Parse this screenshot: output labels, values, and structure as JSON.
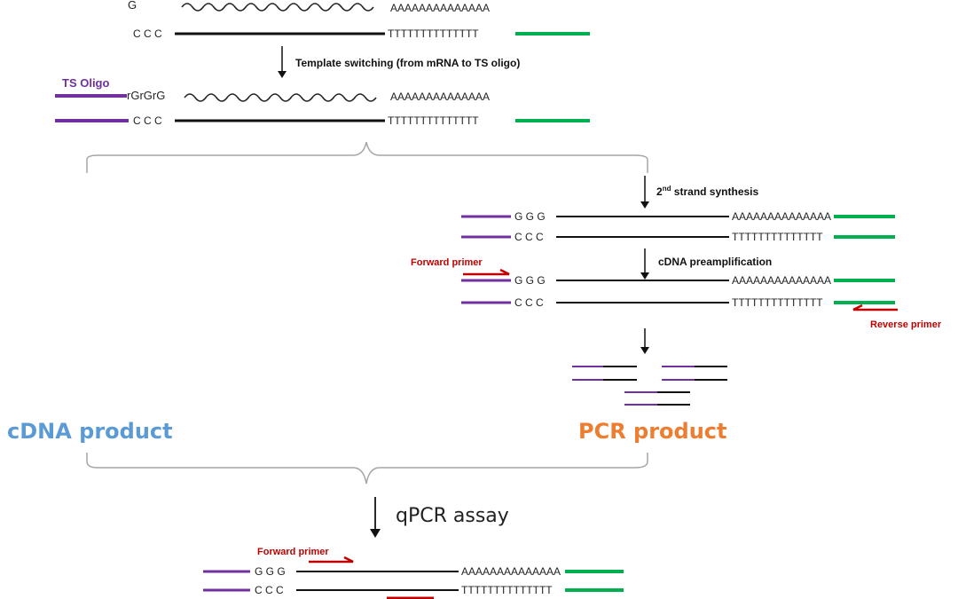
{
  "colors": {
    "purple": "#7030a0",
    "green": "#00b050",
    "red": "#c00000",
    "black": "#111111",
    "cdna_blue": "#5b9bd5",
    "pcr_orange": "#ed7d31",
    "bracket_gray": "#a6a6a6"
  },
  "top": {
    "top_left_fragment": "G",
    "polyA": "AAAAAAAAAAAAAA",
    "polyT": "TTTTTTTTTTTTTT",
    "ccc": "C C C",
    "step1_label": "Template switching (from mRNA to TS oligo)",
    "ts_oligo_label": "TS Oligo",
    "rgrgrg": "rGrGrG"
  },
  "right_branch": {
    "step2_label_prefix": "2",
    "step2_label_sup": "nd",
    "step2_label_rest": " strand synthesis",
    "ggg": "G G G",
    "ccc": "C C C",
    "polyA": "AAAAAAAAAAAAAA",
    "polyT": "TTTTTTTTTTTTTT",
    "step3_label": "cDNA preamplification",
    "forward_primer": "Forward primer",
    "reverse_primer": "Reverse primer"
  },
  "products": {
    "cdna": "cDNA product",
    "pcr": "PCR product"
  },
  "bottom": {
    "qpcr_label": "qPCR assay",
    "forward_primer": "Forward primer",
    "ggg": "G G G",
    "ccc": "C C C",
    "polyA": "AAAAAAAAAAAAAA",
    "polyT": "TTTTTTTTTTTTTT"
  }
}
